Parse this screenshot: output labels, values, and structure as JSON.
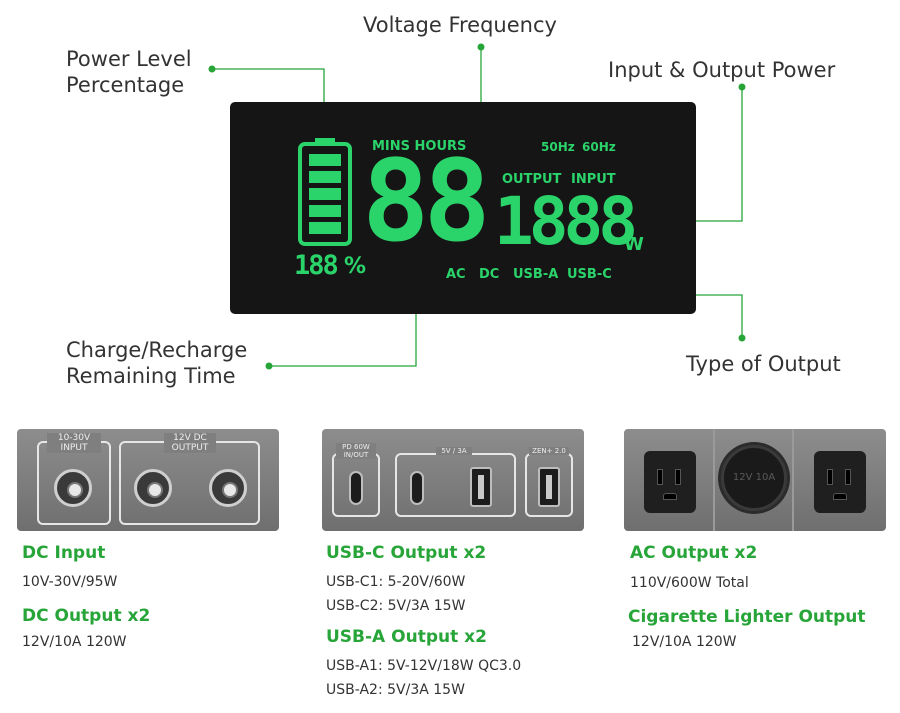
{
  "callouts": {
    "power_level": [
      "Power Level",
      "Percentage"
    ],
    "voltage_frequency": "Voltage Frequency",
    "input_output_power": "Input & Output Power",
    "charge_time": [
      "Charge/Recharge",
      "Remaining Time"
    ],
    "type_of_output": "Type of Output"
  },
  "lcd": {
    "time_units": "MINS HOURS",
    "freq_50": "50Hz",
    "freq_60": "60Hz",
    "output_label": "OUTPUT",
    "input_label": "INPUT",
    "time_digits": "88",
    "power_digits": "1888",
    "watt_unit": "W",
    "percent_digits": "188",
    "percent_sign": "%",
    "outputs": [
      "AC",
      "DC",
      "USB-A",
      "USB-C"
    ]
  },
  "panels": {
    "dc": {
      "input_label": [
        "10-30V",
        "INPUT"
      ],
      "output_label": [
        "12V DC",
        "OUTPUT"
      ]
    },
    "usb": {
      "pd_label": [
        "PD 60W",
        "IN/OUT"
      ],
      "mid_label": "5V / 3A",
      "zen_label": "ZEN+ 2.0"
    },
    "ac": {
      "cig_label": "12V 10A"
    }
  },
  "specs": {
    "dc_input": {
      "title": "DC Input",
      "lines": [
        "10V-30V/95W"
      ]
    },
    "dc_output": {
      "title": "DC Output x2",
      "lines": [
        "12V/10A 120W"
      ]
    },
    "usbc_output": {
      "title": "USB-C Output x2",
      "lines": [
        "USB-C1: 5-20V/60W",
        "USB-C2: 5V/3A 15W"
      ]
    },
    "usba_output": {
      "title": "USB-A Output x2",
      "lines": [
        "USB-A1: 5V-12V/18W QC3.0",
        "USB-A2: 5V/3A 15W"
      ]
    },
    "ac_output": {
      "title": "AC Output x2",
      "lines": [
        "110V/600W Total"
      ]
    },
    "cig_output": {
      "title": "Cigarette Lighter Output",
      "lines": [
        "12V/10A 120W"
      ]
    }
  },
  "colors": {
    "accent_green": "#27a539",
    "lcd_green": "#2bd46b",
    "lcd_background": "#151515",
    "panel_gray": "#7f7f7f"
  }
}
